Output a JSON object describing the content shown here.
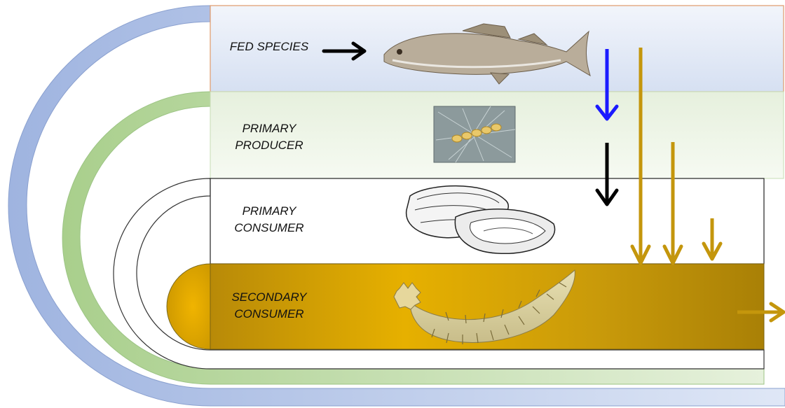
{
  "labels": {
    "fed_species": "FED SPECIES",
    "primary_producer": [
      "PRIMARY",
      "PRODUCER"
    ],
    "primary_consumer": [
      "PRIMARY",
      "CONSUMER"
    ],
    "secondary_consumer": [
      "SECONDARY",
      "CONSUMER"
    ]
  },
  "colors": {
    "fed_band": "#c9d6ee",
    "producer_band": "#d3e6c3",
    "consumer_band": "#ffffff",
    "secondary_band": "#c99a00",
    "flux_black": "#000000",
    "flux_blue": "#1a1aff",
    "flux_gold": "#c4960c"
  },
  "icons": {
    "fed_species": "fish-icon",
    "primary_producer": "phytoplankton-icon",
    "primary_consumer": "oyster-icon",
    "secondary_consumer": "sea-cucumber-icon"
  }
}
